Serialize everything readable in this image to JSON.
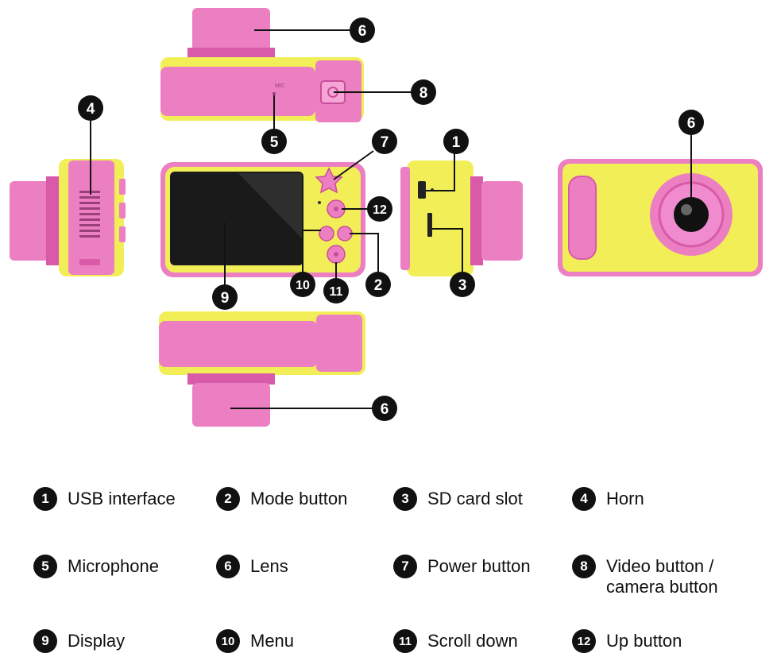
{
  "colors": {
    "pink": "#ec7fc2",
    "pink_dark": "#d85aa8",
    "yellow": "#f2ee58",
    "screen": "#1a1a1a",
    "marker": "#111111"
  },
  "callouts": {
    "c1": "1",
    "c2": "2",
    "c3": "3",
    "c4": "4",
    "c5": "5",
    "c6": "6",
    "c7": "7",
    "c8": "8",
    "c9": "9",
    "c10": "10",
    "c11": "11",
    "c12": "12"
  },
  "mic_text": "MIC",
  "legend": [
    {
      "num": "1",
      "label": "USB interface"
    },
    {
      "num": "2",
      "label": "Mode button"
    },
    {
      "num": "3",
      "label": "SD card slot"
    },
    {
      "num": "4",
      "label": "Horn"
    },
    {
      "num": "5",
      "label": "Microphone"
    },
    {
      "num": "6",
      "label": "Lens"
    },
    {
      "num": "7",
      "label": "Power button"
    },
    {
      "num": "8",
      "label": "Video button /\ncamera button"
    },
    {
      "num": "9",
      "label": "Display"
    },
    {
      "num": "10",
      "label": "Menu"
    },
    {
      "num": "11",
      "label": "Scroll down"
    },
    {
      "num": "12",
      "label": "Up button"
    }
  ]
}
